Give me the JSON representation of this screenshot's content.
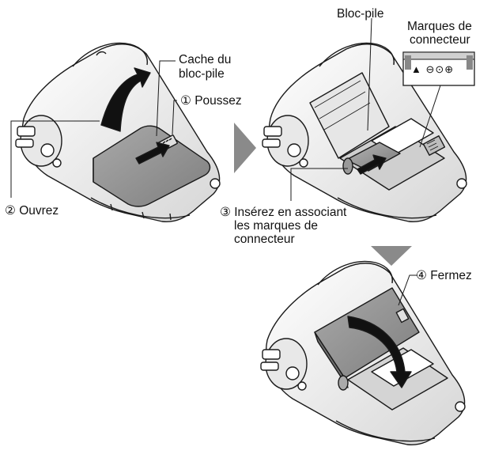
{
  "labels": {
    "battery_cover": [
      "Cache du",
      "bloc-pile"
    ],
    "step1": "① Poussez",
    "step2": "② Ouvrez",
    "battery_pack": "Bloc-pile",
    "connector_marks": [
      "Marques de",
      "connecteur"
    ],
    "step3": [
      "③ Insérez en associant",
      "les marques de",
      "connecteur"
    ],
    "step4": "④  Fermez"
  },
  "connector_symbols": "▲ ⊖⊙⊕",
  "colors": {
    "line": "#1a1a1a",
    "body_light": "#f4f4f4",
    "body_mid": "#d9d9d9",
    "battery": "#8c8c8c",
    "battery_light": "#b3b3b3",
    "arrow": "#8a8a8a",
    "arrow_dark": "#111111"
  }
}
